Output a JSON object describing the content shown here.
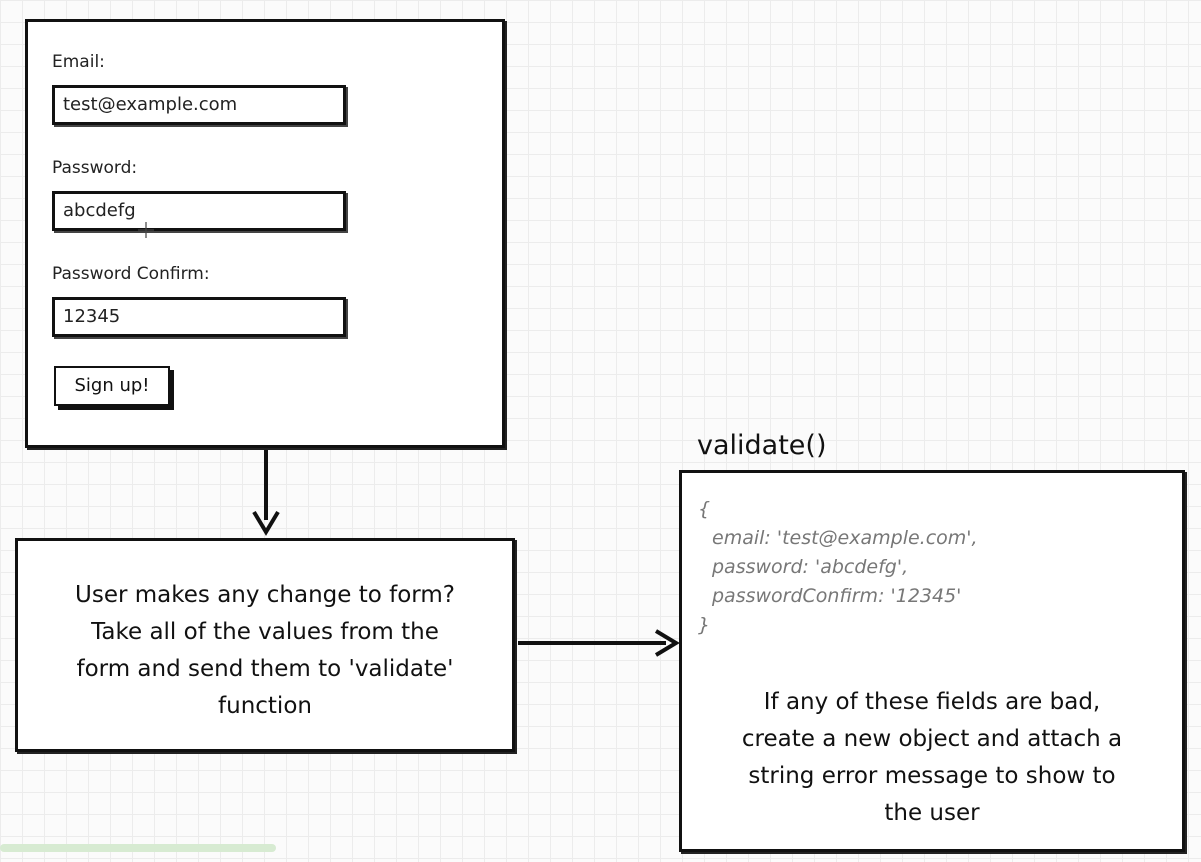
{
  "form": {
    "email_label": "Email:",
    "email_value": "test@example.com",
    "password_label": "Password:",
    "password_value": "abcdefg",
    "confirm_label": "Password Confirm:",
    "confirm_value": "12345",
    "signup_label": "Sign up!"
  },
  "process": {
    "line1": "User makes any change to form?",
    "line2": "Take all of the values from the",
    "line3": "form and send them to 'validate'",
    "line4": "function"
  },
  "validate": {
    "title": "validate()",
    "code_open": "{",
    "code_email": "email: 'test@example.com',",
    "code_password": "password: 'abcdefg',",
    "code_confirm": "passwordConfirm: '12345'",
    "code_close": "}",
    "line1": "If any of these fields are bad,",
    "line2": "create a new object and attach a",
    "line3": "string error message to show to",
    "line4": "the user"
  }
}
